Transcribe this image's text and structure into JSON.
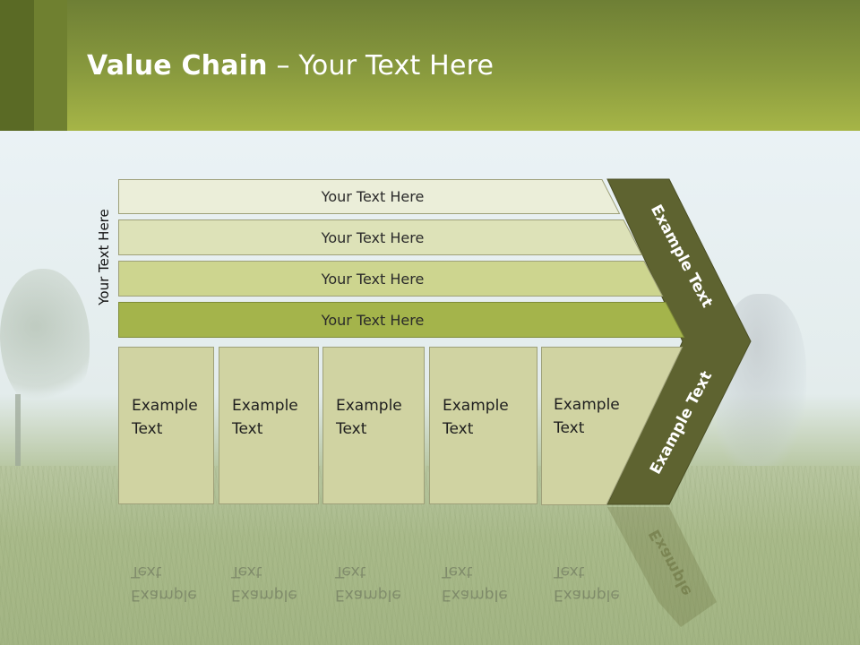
{
  "slide": {
    "title_bold": "Value Chain",
    "title_rest": " – Your Text Here"
  },
  "diagram": {
    "side_label": "Your Text Here",
    "bars": [
      {
        "label": "Your Text Here",
        "fill": "#ebeed9"
      },
      {
        "label": "Your Text Here",
        "fill": "#dde2b8"
      },
      {
        "label": "Your Text Here",
        "fill": "#cdd58f"
      },
      {
        "label": "Your Text Here",
        "fill": "#a4b44b"
      }
    ],
    "columns": [
      {
        "label": "Example\nText"
      },
      {
        "label": "Example\nText"
      },
      {
        "label": "Example\nText"
      },
      {
        "label": "Example\nText"
      },
      {
        "label": "Example\nText"
      }
    ],
    "reflection_label": "Example\nText",
    "chevron": {
      "upper_label": "Example Text",
      "lower_label": "Example Text",
      "reflection_label": "Example",
      "fill": "#5e6330"
    }
  }
}
